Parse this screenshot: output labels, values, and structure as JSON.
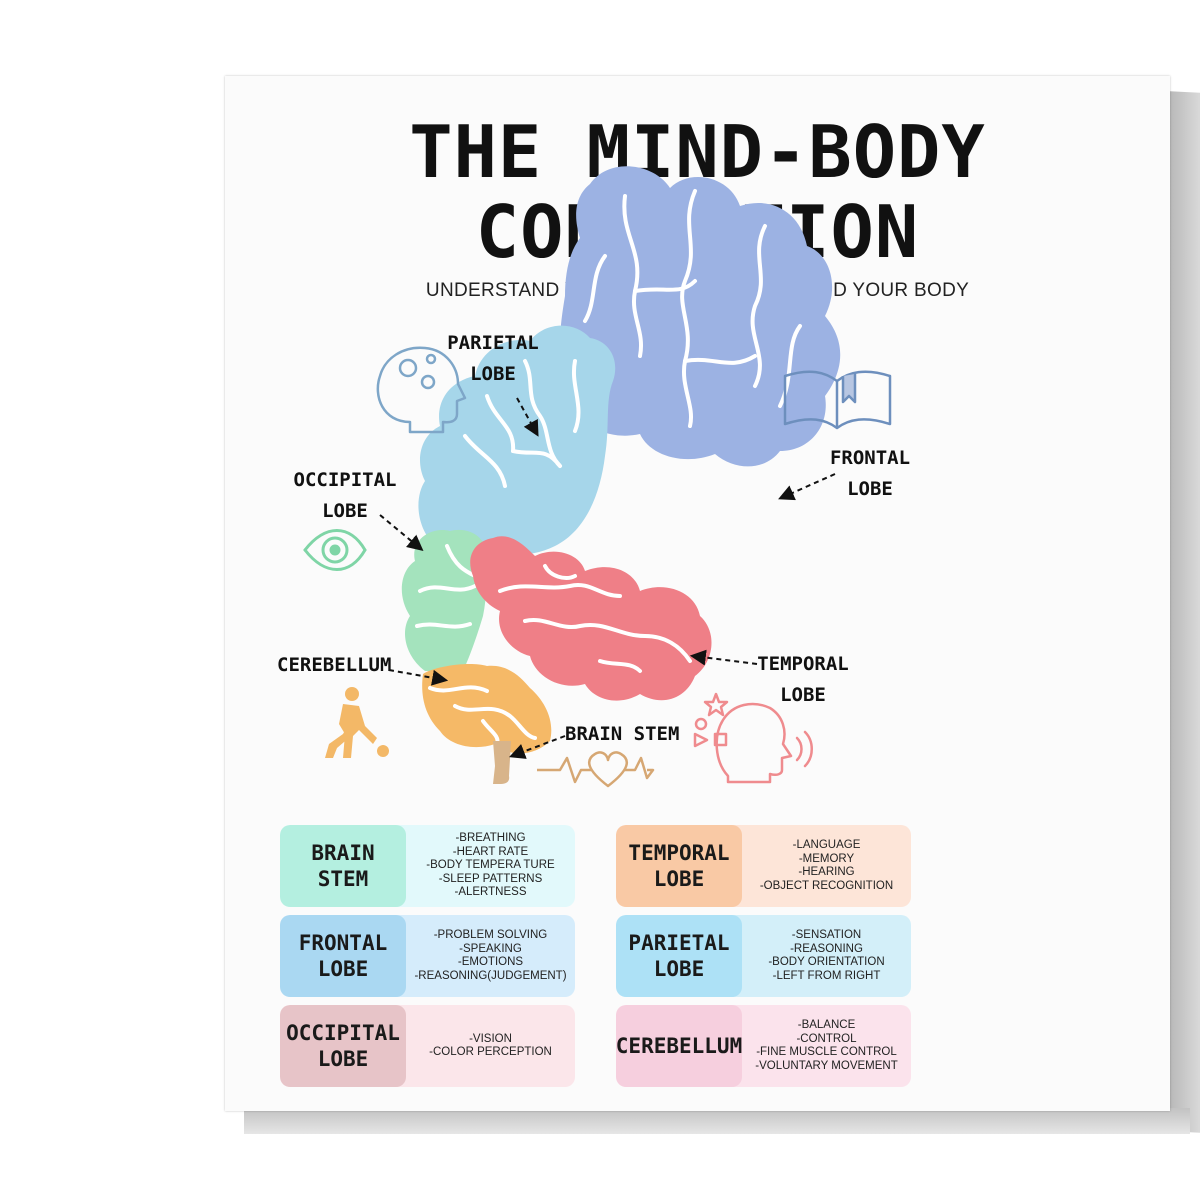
{
  "poster": {
    "title_line1": "THE MIND-BODY",
    "title_line2": "CONNECTION",
    "subtitle": "UNDERSTAND YOUR MIND TO UNDERSTAND YOUR BODY"
  },
  "diagram": {
    "labels": {
      "parietal_1": "PARIETAL",
      "parietal_2": "LOBE",
      "frontal_1": "FRONTAL",
      "frontal_2": "LOBE",
      "occipital_1": "OCCIPITAL",
      "occipital_2": "LOBE",
      "cerebellum": "CEREBELLUM",
      "temporal_1": "TEMPORAL",
      "temporal_2": "LOBE",
      "brainstem": "BRAIN STEM"
    },
    "colors": {
      "parietal": "#a6d6ea",
      "frontal": "#9cb2e3",
      "occipital": "#a4e3bd",
      "temporal": "#ef7f87",
      "cerebellum": "#f5b967",
      "brainstem": "#d8b48a"
    },
    "icons": [
      "head-gears-icon",
      "book-icon",
      "eye-icon",
      "athlete-icon",
      "heartbeat-icon",
      "head-speaking-icon"
    ]
  },
  "cards": [
    {
      "title": "BRAIN\nSTEM",
      "items": [
        "-BREATHING",
        "-HEART RATE",
        "-BODY TEMPERA TURE",
        "-SLEEP PATTERNS",
        "-ALERTNESS"
      ],
      "head_color": "#b4efe0",
      "body_color": "#e2f9fb"
    },
    {
      "title": "TEMPORAL\nLOBE",
      "items": [
        "-LANGUAGE",
        "-MEMORY",
        "-HEARING",
        "-OBJECT RECOGNITION"
      ],
      "head_color": "#f9c9a5",
      "body_color": "#fde5d8"
    },
    {
      "title": "FRONTAL\nLOBE",
      "items": [
        "-PROBLEM SOLVING",
        "-SPEAKING",
        "-EMOTIONS",
        "-REASONING(JUDGEMENT)"
      ],
      "head_color": "#aad8f2",
      "body_color": "#d5ecfb"
    },
    {
      "title": "PARIETAL\nLOBE",
      "items": [
        "-SENSATION",
        "-REASONING",
        "-BODY ORIENTATION",
        "-LEFT FROM RIGHT"
      ],
      "head_color": "#ade1f6",
      "body_color": "#d3eff9"
    },
    {
      "title": "OCCIPITAL\nLOBE",
      "items": [
        "-VISION",
        "-COLOR PERCEPTION"
      ],
      "head_color": "#e7c4c8",
      "body_color": "#fbe6ea"
    },
    {
      "title": "CEREBELLUM",
      "items": [
        "-BALANCE",
        "-CONTROL",
        "-FINE MUSCLE CONTROL",
        "-VOLUNTARY MOVEMENT"
      ],
      "head_color": "#f6cfde",
      "body_color": "#fbe3ec"
    }
  ]
}
